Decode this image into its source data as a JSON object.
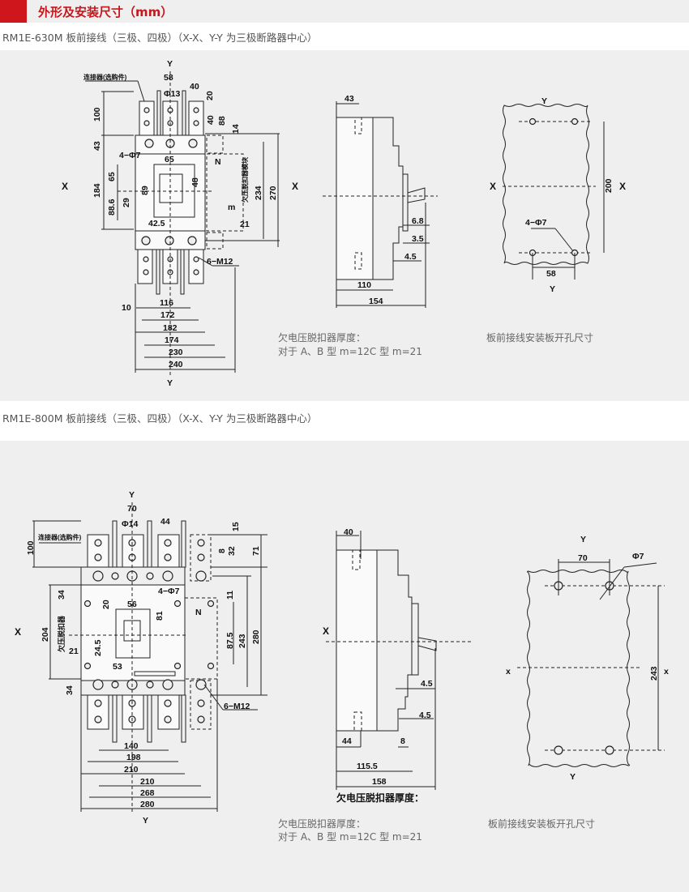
{
  "header": {
    "title": "外形及安装尺寸（mm）",
    "accent": "#d0161d"
  },
  "section1": {
    "subtitle": "RM1E-630M 板前接线（三极、四极）（X-X、Y-Y 为三极断路器中心）",
    "front": {
      "y_top": "Y",
      "y_bottom": "Y",
      "x_left": "X",
      "x_right": "X",
      "connector": "连接器(选购件)",
      "d58": "58",
      "d40": "40",
      "d20": "20",
      "phi13": "Φ13",
      "d40b": "40",
      "d88": "88",
      "d14": "14",
      "d100": "100",
      "d43": "43",
      "hole4": "4−Φ7",
      "d65": "65",
      "n": "N",
      "d184": "184",
      "d65b": "65",
      "d88_6": "88.6",
      "d29": "29",
      "d89": "89",
      "d48": "48",
      "module": "欠压脱扣器模块",
      "d234": "234",
      "d270": "270",
      "m": "m",
      "d21": "21",
      "d42_5": "42.5",
      "m12": "6−M12",
      "d10": "10",
      "d116": "116",
      "d172": "172",
      "d182": "182",
      "d174": "174",
      "d230": "230",
      "d240": "240"
    },
    "side": {
      "d43": "43",
      "d6_8": "6.8",
      "d3_5": "3.5",
      "d4_5": "4.5",
      "d110": "110",
      "d154": "154"
    },
    "note": {
      "line1": "欠电压脱扣器厚度：",
      "line2": "对于 A、B 型 m=12C 型 m=21"
    },
    "cutout": {
      "y_top": "Y",
      "y_bottom": "Y",
      "x_left": "X",
      "x_right": "X",
      "d200": "200",
      "hole4": "4−Φ7",
      "d58": "58",
      "caption": "板前接线安装板开孔尺寸"
    }
  },
  "section2": {
    "subtitle": "RM1E-800M 板前接线（三极、四极）（X-X、Y-Y 为三极断路器中心）",
    "front": {
      "y_top": "Y",
      "y_bottom": "Y",
      "x_left": "X",
      "connector": "连接器(选购件)",
      "d70": "70",
      "phi14": "Φ14",
      "d44": "44",
      "d15": "15",
      "d71": "71",
      "d8": "8",
      "d32": "32",
      "d100": "100",
      "hole4": "4−Φ7",
      "d34": "34",
      "d11": "11",
      "d20": "20",
      "d56": "56",
      "n": "N",
      "d204": "204",
      "module": "欠压脱扣器",
      "d81": "81",
      "d87_5": "87.5",
      "d243": "243",
      "d280": "280",
      "d24_5": "24.5",
      "d21": "21",
      "d53": "53",
      "d34b": "34",
      "m12": "6−M12",
      "d140": "140",
      "d198": "198",
      "d210": "210",
      "d210b": "210",
      "d268": "268",
      "d280b": "280"
    },
    "side": {
      "d40": "40",
      "x": "X",
      "d4_5a": "4.5",
      "d4_5b": "4.5",
      "d44": "44",
      "d8": "8",
      "d115_5": "115.5",
      "d158": "158",
      "thick": "欠电压脱扣器厚度："
    },
    "note": {
      "line1": "欠电压脱扣器厚度：",
      "line2": "对于 A、B 型 m=12C 型 m=21"
    },
    "cutout": {
      "y_top": "Y",
      "y_bottom": "Y",
      "x_left": "x",
      "x_right": "x",
      "d70": "70",
      "phi7": "Φ7",
      "d243": "243",
      "caption": "板前接线安装板开孔尺寸"
    }
  }
}
